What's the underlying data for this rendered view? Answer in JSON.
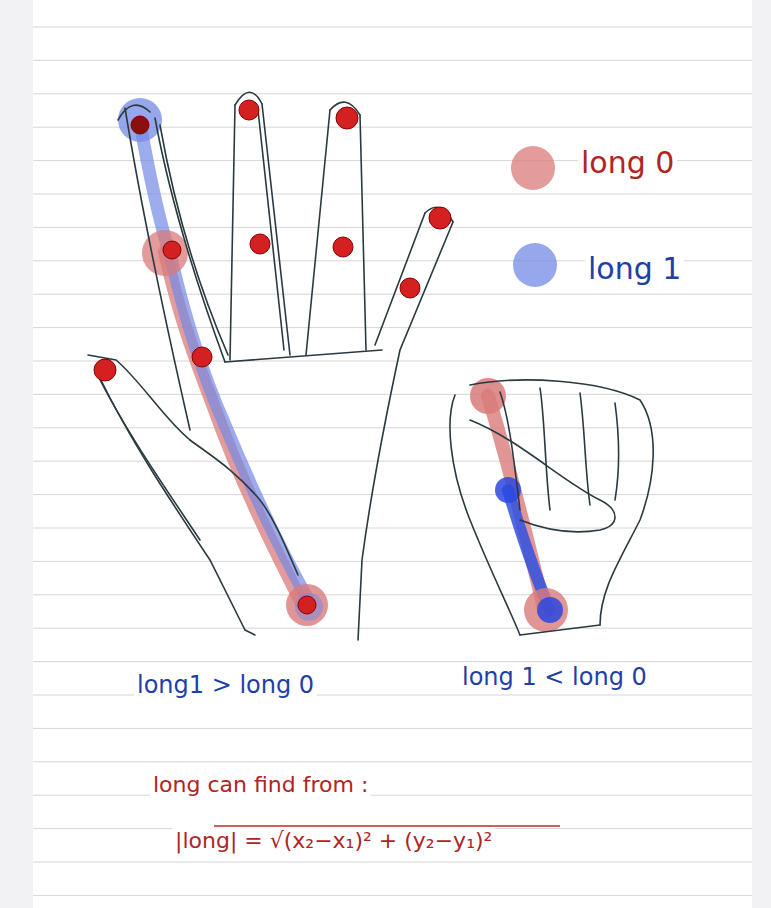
{
  "diagram": {
    "labels": [
      "long1 > long 0",
      "long 1 < long 0",
      "long can find from :",
      "|long| = √(x₂−x₁)² + (y₂−y₁)²"
    ],
    "legend": [
      {
        "text": "long 0",
        "color": "#d97a7a"
      },
      {
        "text": "long 1",
        "color": "#7389e6"
      }
    ]
  }
}
